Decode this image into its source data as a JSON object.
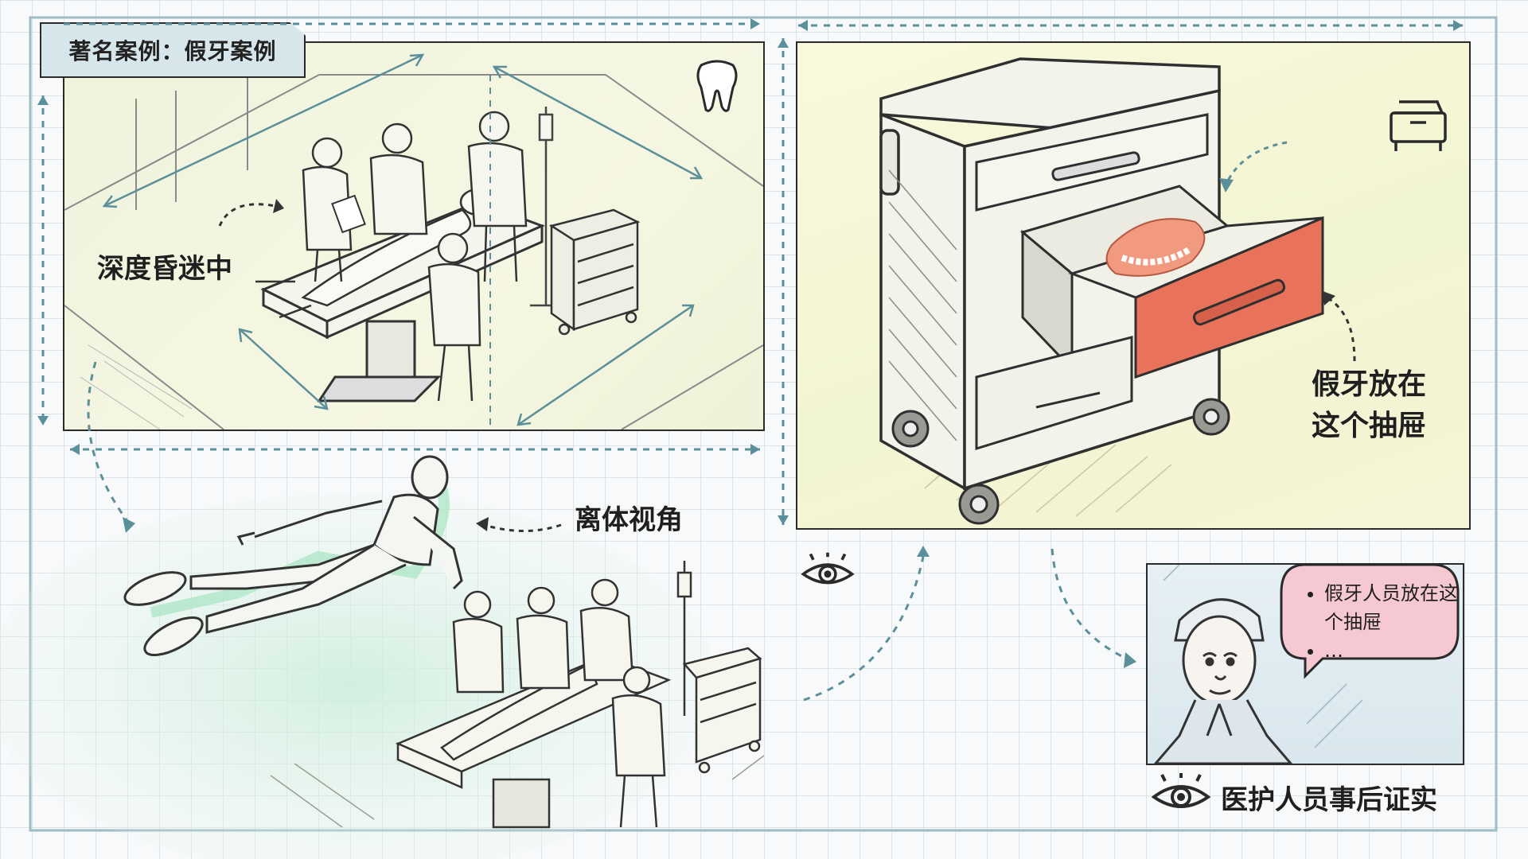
{
  "title": "著名案例：假牙案例",
  "captions": {
    "coma": "深度昏迷中",
    "out_of_body": "离体视角",
    "drawer_line1": "假牙放在",
    "drawer_line2": "这个抽屉",
    "confirmation": "医护人员事后证实"
  },
  "speech_bubble": {
    "items": [
      "假牙人员放在这个抽屉",
      "…"
    ]
  },
  "icons": [
    "tooth-icon",
    "drawer-cart-icon",
    "eye-icon",
    "eye-icon"
  ],
  "colors": {
    "grid_line": "#dde4e8",
    "arrow_teal": "#5b8f9a",
    "panel_yellow": "#f4f5d8",
    "drawer_orange": "#e8735a",
    "denture_pink": "#f29a80",
    "glow_green": "#a8e6c2",
    "bubble_pink": "#f6c9d2",
    "title_tag": "#d6e6ea"
  }
}
